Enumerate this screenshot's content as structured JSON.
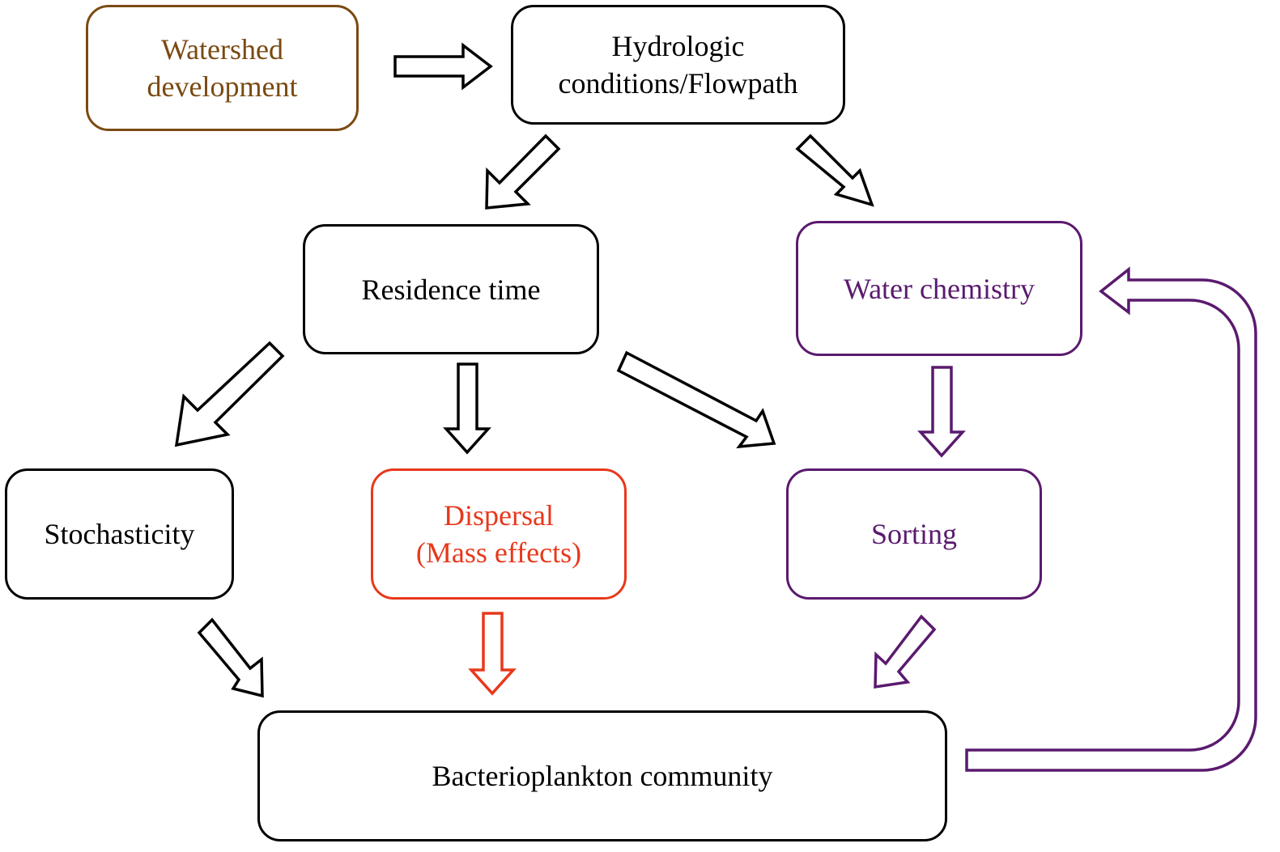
{
  "colors": {
    "black": "#000000",
    "brown": "#7a4a12",
    "purple": "#5a1a6e",
    "red": "#e8381b"
  },
  "nodes": {
    "watershed": {
      "label": "Watershed\ndevelopment",
      "color": "#7a4a12"
    },
    "hydrologic": {
      "label": "Hydrologic\nconditions/Flowpath",
      "color": "#000000"
    },
    "residence": {
      "label": "Residence time",
      "color": "#000000"
    },
    "water_chemistry": {
      "label": "Water chemistry",
      "color": "#5a1a6e"
    },
    "stochasticity": {
      "label": "Stochasticity",
      "color": "#000000"
    },
    "dispersal": {
      "label": "Dispersal\n(Mass effects)",
      "color": "#e8381b"
    },
    "sorting": {
      "label": "Sorting",
      "color": "#5a1a6e"
    },
    "bacterioplankton": {
      "label": "Bacterioplankton community",
      "color": "#000000"
    }
  },
  "edges": [
    {
      "from": "watershed",
      "to": "hydrologic",
      "color": "#000000"
    },
    {
      "from": "hydrologic",
      "to": "residence",
      "color": "#000000"
    },
    {
      "from": "hydrologic",
      "to": "water_chemistry",
      "color": "#000000"
    },
    {
      "from": "residence",
      "to": "stochasticity",
      "color": "#000000"
    },
    {
      "from": "residence",
      "to": "dispersal",
      "color": "#000000"
    },
    {
      "from": "residence",
      "to": "sorting",
      "color": "#000000"
    },
    {
      "from": "water_chemistry",
      "to": "sorting",
      "color": "#5a1a6e"
    },
    {
      "from": "stochasticity",
      "to": "bacterioplankton",
      "color": "#000000"
    },
    {
      "from": "dispersal",
      "to": "bacterioplankton",
      "color": "#e8381b"
    },
    {
      "from": "sorting",
      "to": "bacterioplankton",
      "color": "#5a1a6e"
    },
    {
      "from": "bacterioplankton",
      "to": "water_chemistry",
      "color": "#5a1a6e"
    }
  ]
}
